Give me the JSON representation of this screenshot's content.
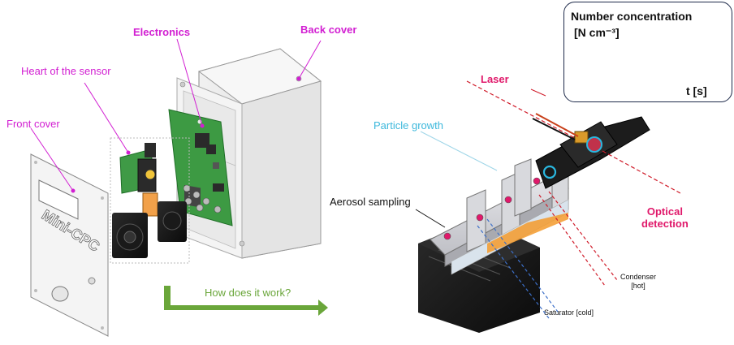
{
  "labels": {
    "electronics": "Electronics",
    "back_cover": "Back cover",
    "heart": "Heart of the sensor",
    "front_cover": "Front cover",
    "how": "How does it work?",
    "laser": "Laser",
    "particle_growth": "Particle growth",
    "aerosol_sampling": "Aerosol sampling",
    "optical_line1": "Optical",
    "optical_line2": "detection",
    "condenser_line1": "Condenser",
    "condenser_line2": "[hot]",
    "saturator": "Saturator [cold]"
  },
  "inset": {
    "title": "Number concentration",
    "y_unit": "[N cm⁻³]",
    "x_axis": "t [s]"
  },
  "colors": {
    "magenta": "#d21fd2",
    "pink": "#e0186a",
    "cyan": "#3db8dc",
    "green_arrow": "#6aa63a",
    "inset_border": "#1e2a4a",
    "laser_red": "#d01c2a",
    "saturator_blue": "#3c6fc8"
  }
}
